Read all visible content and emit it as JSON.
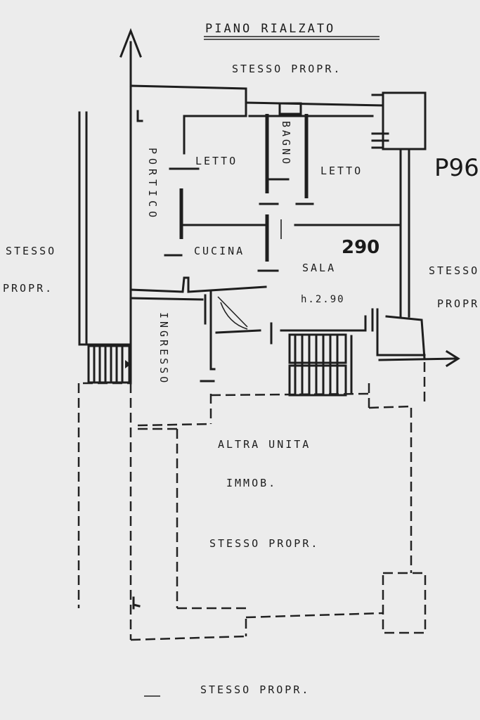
{
  "plan": {
    "title": "PIANO RIALZATO",
    "handwritten_mark": "P96",
    "height_figure": "290",
    "rooms": {
      "porticato": "PORTICO",
      "letto_1": "LETTO",
      "bagno": "BAGNO",
      "letto_2": "LETTO",
      "cucina": "CUCINA",
      "sala": "SALA",
      "sala_height": "h.2.90",
      "ingresso": "INGRESSO",
      "other_unit_line1": "ALTRA UNITA",
      "other_unit_line2": "IMMOB.",
      "other_unit_line3": "STESSO PROPR."
    },
    "surroundings": {
      "top": "STESSO PROPR.",
      "left_line1": "STESSO",
      "left_line2": "PROPR.",
      "right_line1": "STESSO",
      "right_line2": "PROPR.",
      "bottom": "STESSO PROPR."
    }
  }
}
